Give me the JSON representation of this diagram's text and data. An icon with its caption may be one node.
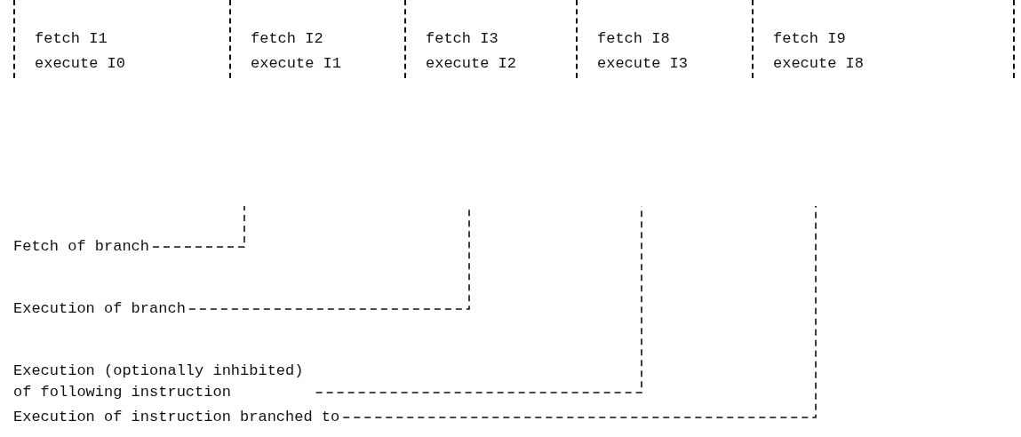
{
  "diagram": {
    "nodes": [
      {
        "text": [
          "fetch I1",
          "execute I0"
        ]
      },
      {
        "text": [
          "fetch I2",
          "execute I1"
        ]
      },
      {
        "text": [
          "fetch I3",
          "execute I2"
        ]
      },
      {
        "text": [
          "fetch I8",
          "execute I3"
        ]
      },
      {
        "text": [
          "fetch I9",
          "execute I8"
        ]
      },
      {
        "text": [
          "Fetch of branch"
        ]
      },
      {
        "text": [
          "Execution of branch"
        ]
      },
      {
        "text": [
          "Execution (optionally inhibited) of following instruction"
        ]
      },
      {
        "text": [
          "Execution of instruction branched to"
        ]
      }
    ],
    "edges": [
      {
        "from": 5,
        "to": null,
        "arrow": "none"
      },
      {
        "from": 6,
        "to": null,
        "arrow": "none"
      },
      {
        "from": 7,
        "to": null,
        "arrow": "none"
      },
      {
        "from": 8,
        "to": null,
        "arrow": "none"
      }
    ]
  }
}
